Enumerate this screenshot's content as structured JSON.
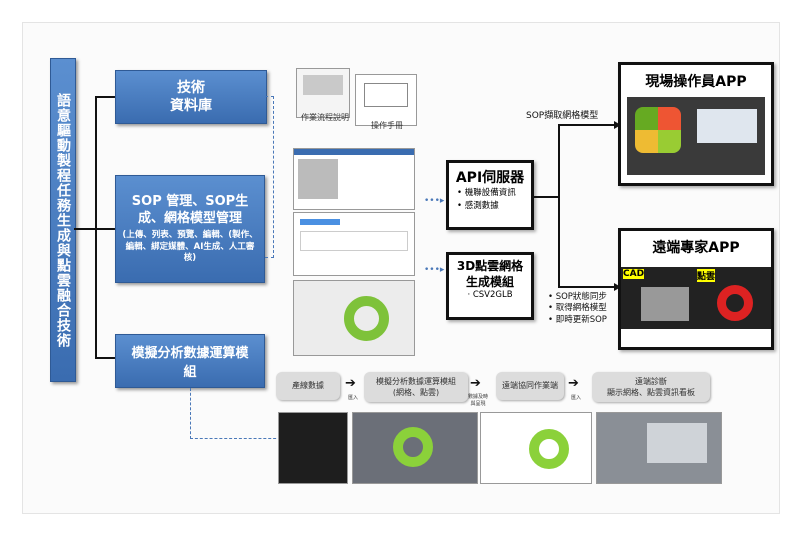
{
  "main_title": "語意驅動製程任務生成與點雲融合技術",
  "modules": {
    "tech_db": "技術\n資料庫",
    "sop_title": "SOP 管理、SOP生成、網格模型管理",
    "sop_sub": "(上傳、列表、預覽、編輯、(製作、編輯、綁定媒體、AI生成、人工審核)",
    "sim": "模擬分析數據運算模組"
  },
  "doc_labels": [
    "作業流程說明",
    "操作手冊"
  ],
  "api": {
    "title": "API伺服器",
    "bullets": [
      "機聯設備資訊",
      "感測數據"
    ]
  },
  "pointcloud": {
    "title": "3D點雲網格生成模組",
    "bullets": [
      "CSV2GLB"
    ]
  },
  "operator_app": {
    "title": "現場操作員APP",
    "edge_label": "SOP擷取網格模型"
  },
  "expert_app": {
    "title": "遠端專家APP",
    "bullets": [
      "SOP狀態同步",
      "取得網格模型",
      "即時更新SOP"
    ],
    "overlay_labels": [
      "CAD",
      "點雲"
    ]
  },
  "flow": {
    "steps": [
      "產線數據",
      "模擬分析數據運算模組\n(網格、點雲)",
      "遠端協同作業端",
      "遠端診斷\n顯示網格、點雲資訊看板"
    ],
    "arrow_labels": [
      "匯入",
      "數據及時與呈現",
      "匯入"
    ]
  },
  "colors": {
    "module_blue": "#3a6cb0",
    "dash_blue": "#4a78b8"
  }
}
